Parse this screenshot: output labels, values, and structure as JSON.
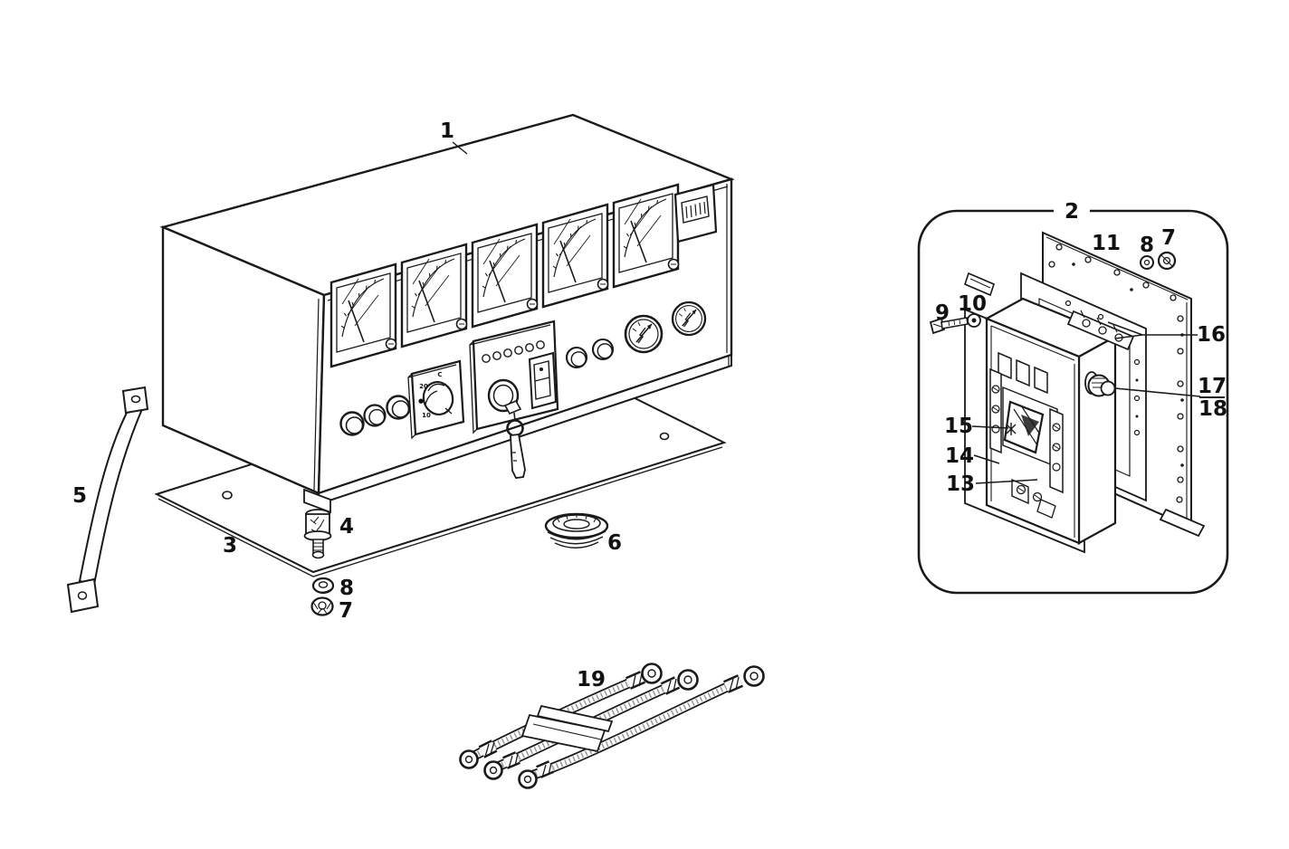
{
  "colors": {
    "background": "#ffffff",
    "line": "#1a1a1a"
  },
  "callouts": {
    "main": {
      "c1": "1",
      "c3": "3",
      "c4": "4",
      "c5": "5",
      "c6": "6",
      "c7": "7",
      "c8": "8",
      "c19": "19"
    },
    "detail": {
      "c2": "2",
      "c7": "7",
      "c8": "8",
      "c9": "9",
      "c10": "10",
      "c11": "11",
      "c13": "13",
      "c14": "14",
      "c15": "15",
      "c16": "16",
      "c17": "17",
      "c18": "18"
    }
  },
  "rotary_switch": {
    "markings": [
      "C",
      "20",
      "●",
      "10"
    ]
  }
}
